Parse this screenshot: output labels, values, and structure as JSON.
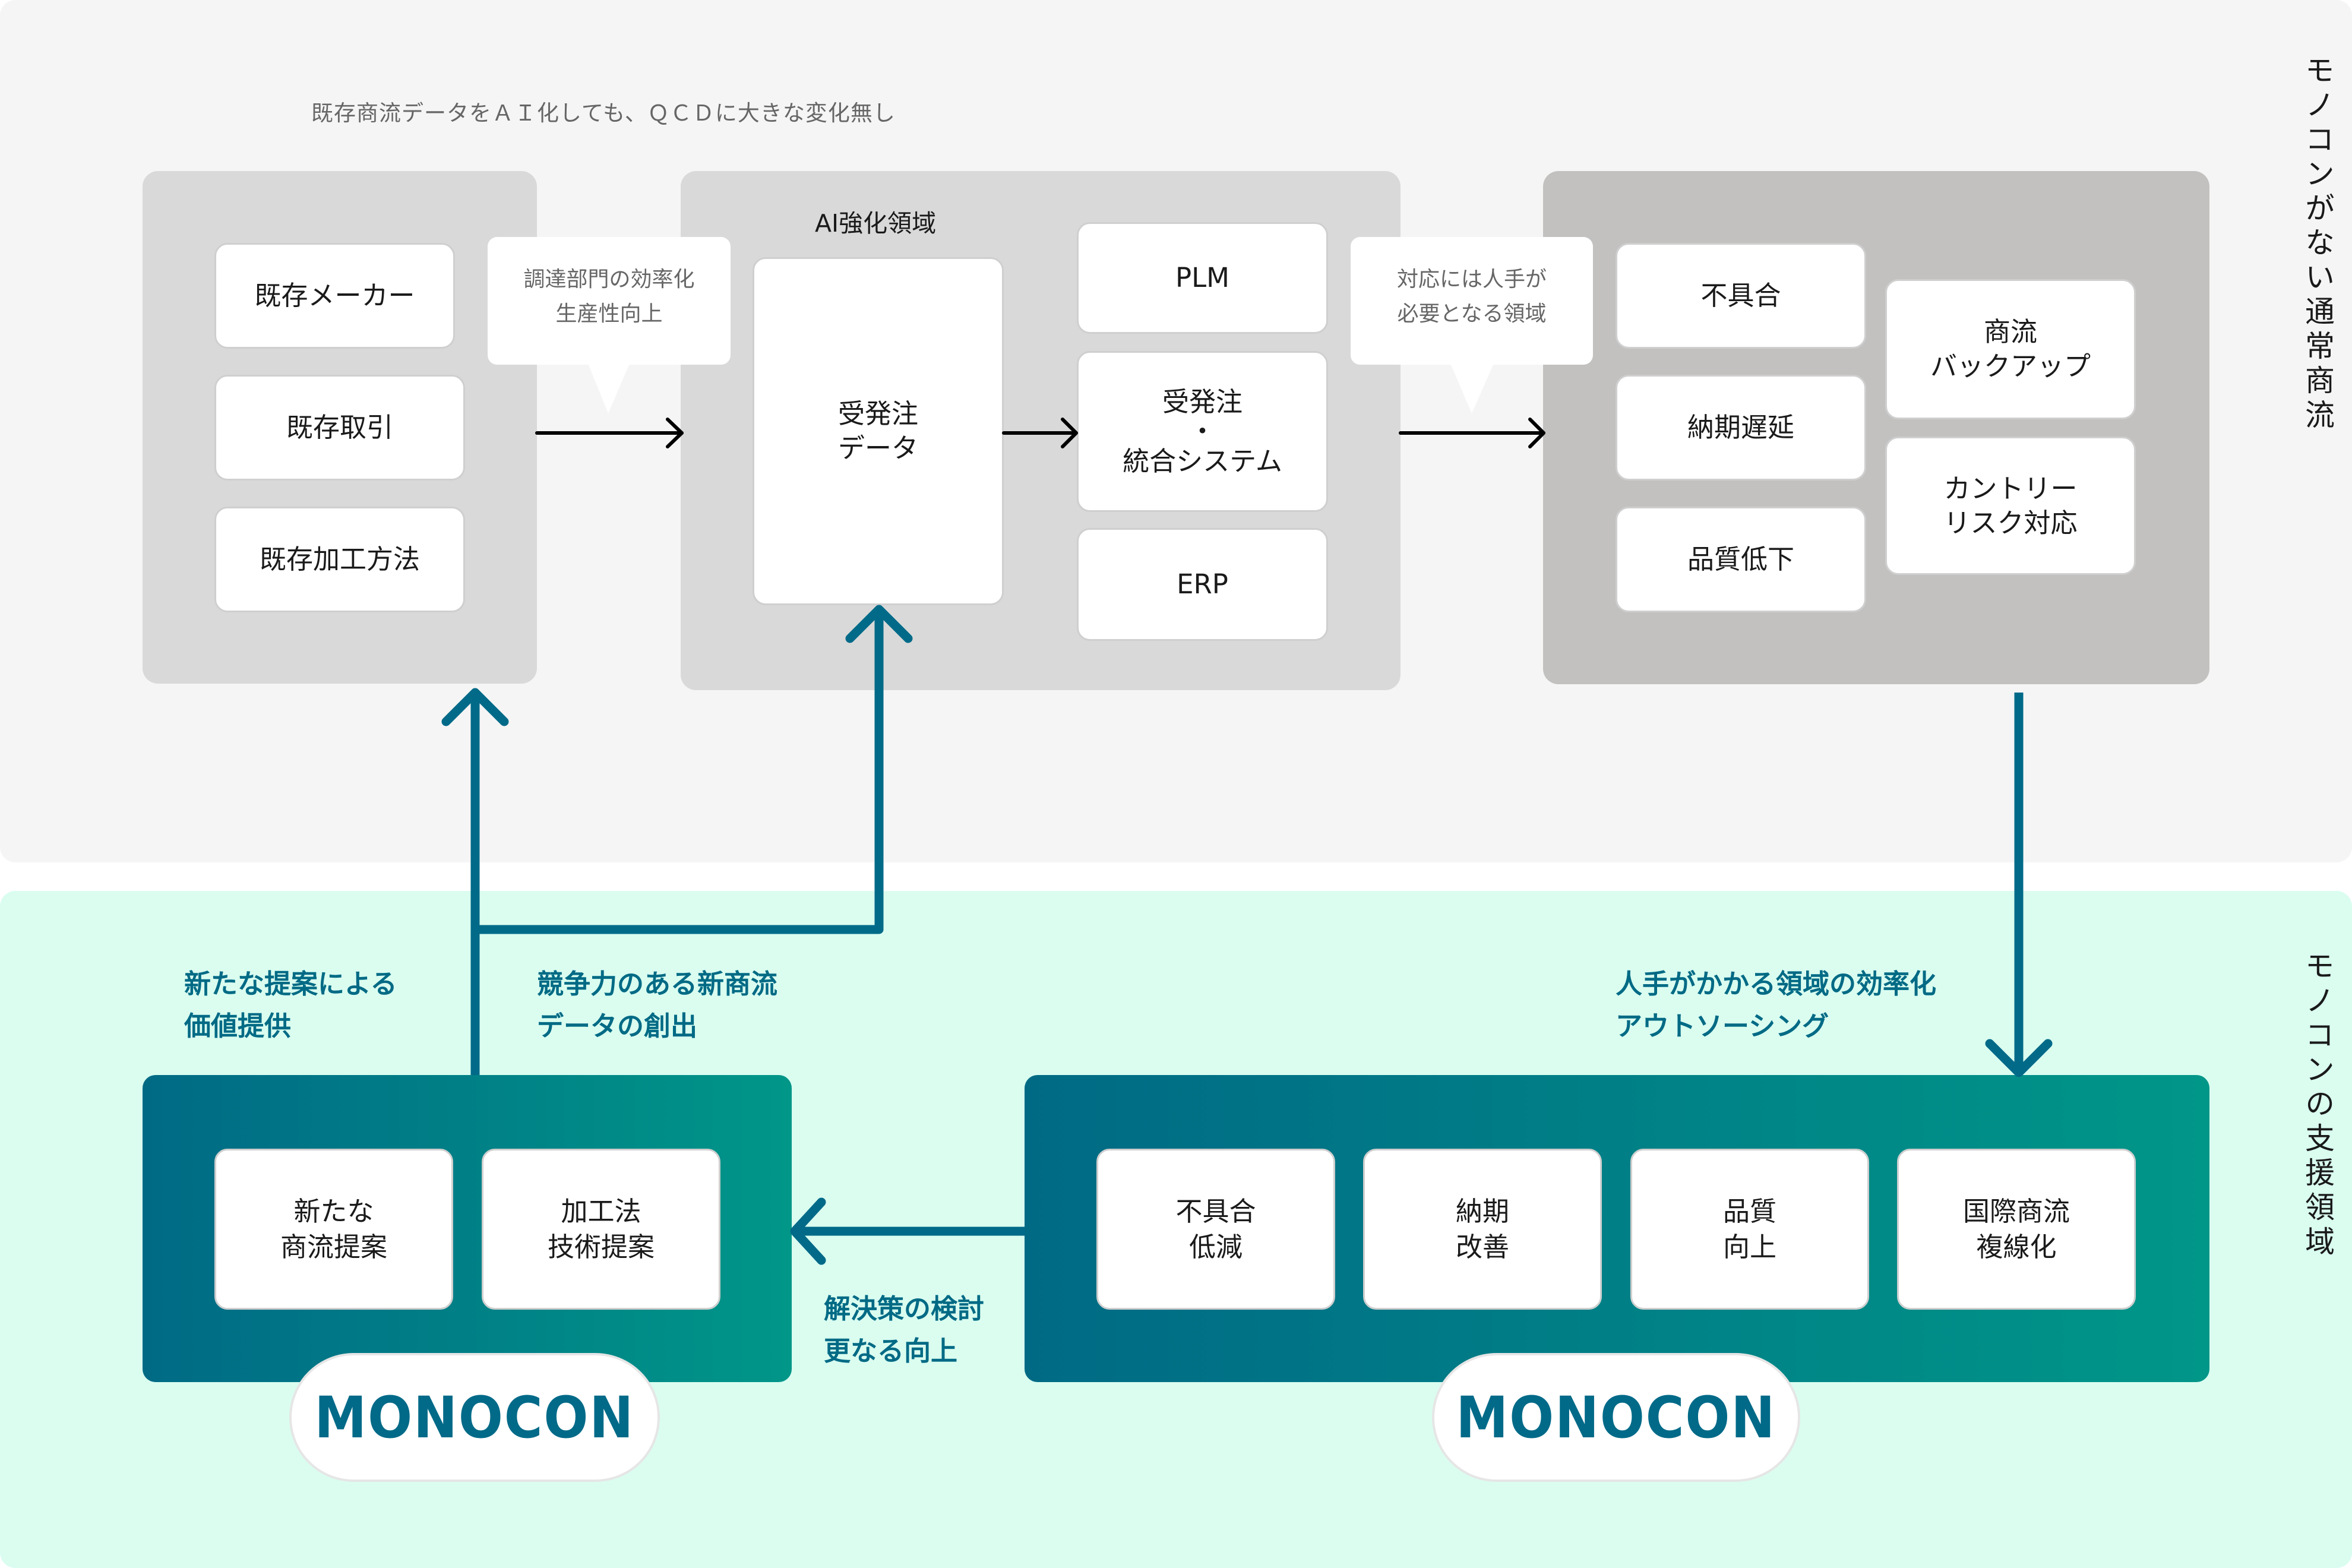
{
  "top_section": {
    "side_label": "モノコンがない通常商流",
    "note": "既存商流データをＡＩ化しても、ＱＣＤに大きな変化無し",
    "existing_group": {
      "items": [
        "既存メーカー",
        "既存取引",
        "既存加工方法"
      ]
    },
    "bubble_procurement": "調達部門の効率化\n生産性向上",
    "ai_group": {
      "label": "AI強化領域",
      "order_data": "受発注\nデータ",
      "systems": [
        "PLM",
        "受発注\n・\n統合システム",
        "ERP"
      ]
    },
    "bubble_manual": "対応には人手が\n必要となる領域",
    "issues_group": {
      "left_items": [
        "不具合",
        "納期遅延",
        "品質低下"
      ],
      "right_items": [
        "商流\nバックアップ",
        "カントリー\nリスク対応"
      ]
    }
  },
  "bottom_section": {
    "side_label": "モノコンの支援領域",
    "labels": {
      "value_proposal": "新たな提案による\n価値提供",
      "new_data": "競争力のある新商流\nデータの創出",
      "outsourcing": "人手がかかる領域の効率化\nアウトソーシング",
      "improvement": "解決策の検討\n更なる向上"
    },
    "proposal_box": {
      "items": [
        "新たな\n商流提案",
        "加工法\n技術提案"
      ],
      "logo": "MONOCON"
    },
    "support_box": {
      "items": [
        "不具合\n低減",
        "納期\n改善",
        "品質\n向上",
        "国際商流\n複線化"
      ],
      "logo": "MONOCON"
    }
  },
  "colors": {
    "brand_dark": "#006a85",
    "brand_teal": "#009688",
    "support_bg": "#dafdf0",
    "normal_bg": "#f5f5f5"
  }
}
